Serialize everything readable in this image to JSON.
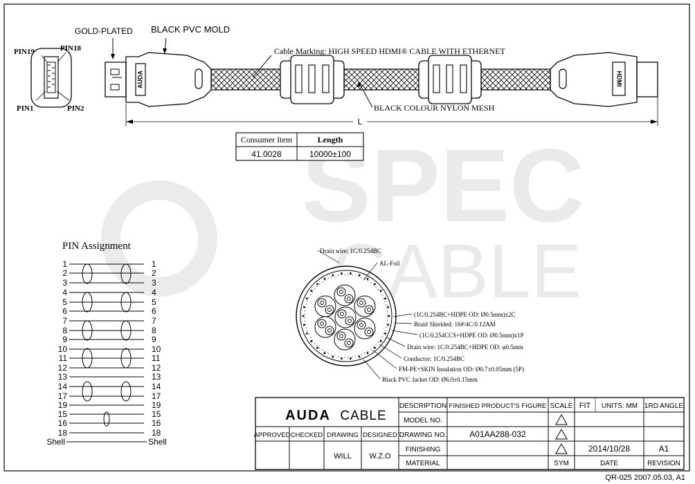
{
  "watermark": {
    "line1": "SPEC",
    "line2": "CABLE"
  },
  "connector_left": {
    "pin19": "PIN19",
    "pin18": "PIN18",
    "pin1": "PIN1",
    "pin2": "PIN2",
    "gold_plated": "GOLD-PLATED",
    "black_pvc_mold": "BLACK PVC MOLD",
    "logo": "AUDA"
  },
  "cable": {
    "marking": "Cable Marking: HIGH SPEED HDMI® CABLE WITH ETHERNET",
    "mesh": "BLACK COLOUR NYLON MESH",
    "length_label": "L",
    "hdmi_logo": "HDMI"
  },
  "item_table": {
    "headers": [
      "Consumer Item",
      "Length"
    ],
    "values": [
      "41.0028",
      "10000±100"
    ]
  },
  "pin_assignment": {
    "title": "PIN Assignment",
    "left_pins": [
      "1",
      "2",
      "3",
      "4",
      "5",
      "6",
      "7",
      "8",
      "9",
      "10",
      "11",
      "12",
      "13",
      "14",
      "17",
      "19",
      "15",
      "16",
      "18",
      "Shell"
    ],
    "right_pins": [
      "1",
      "2",
      "3",
      "4",
      "5",
      "6",
      "7",
      "8",
      "9",
      "10",
      "11",
      "12",
      "13",
      "14",
      "17",
      "19",
      "15",
      "16",
      "18",
      "Shell"
    ]
  },
  "cross_section": {
    "labels": [
      "Drain wire: 1C/0.254BC",
      "AL-Foil",
      "(1C/0.254BC+HDPE OD: Ø0.5mm)x2C",
      "Braid Shielded: 16#/4C/0.12AM",
      "(1C/0.254CCS+HDPE OD: Ø0.5mm)x1P",
      "Drain wire: 1C/0.254BC+HDPE OD: φ0.5mm",
      "Conductor: 1C/0.254BC",
      "FM-PE+SKIN Insulation OD: Ø0.7±0.05mm (5P)",
      "Black PVC Jacket OD: Ø6.0±0.15mm"
    ]
  },
  "title_block": {
    "brand_bold": "AUDA",
    "brand_light": "CABLE",
    "description_label": "DESCRIPTION",
    "description_value": "FINISHED PRODUCT'S FIGURE",
    "scale_label": "SCALE",
    "scale_value": "FIT",
    "units": "UNITS: MM",
    "angle": "1RD ANGLE",
    "model_label": "MODEL NO.",
    "drawing_label": "DRAWING NO.",
    "drawing_value": "A01AA288-032",
    "finishing_label": "FINISHING",
    "material_label": "MATERIAL",
    "approved": "APPROVED",
    "checked": "CHECKED",
    "drawing": "DRAWING",
    "designed": "DESIGNED",
    "drawn_by": "WILL",
    "designed_by": "W.Z.O",
    "date_value": "2014/10/28",
    "revision_value": "A1",
    "sym": "SYM",
    "date": "DATE",
    "revision": "REVISION"
  },
  "footer": "QR-025 2007.05.03, A1"
}
